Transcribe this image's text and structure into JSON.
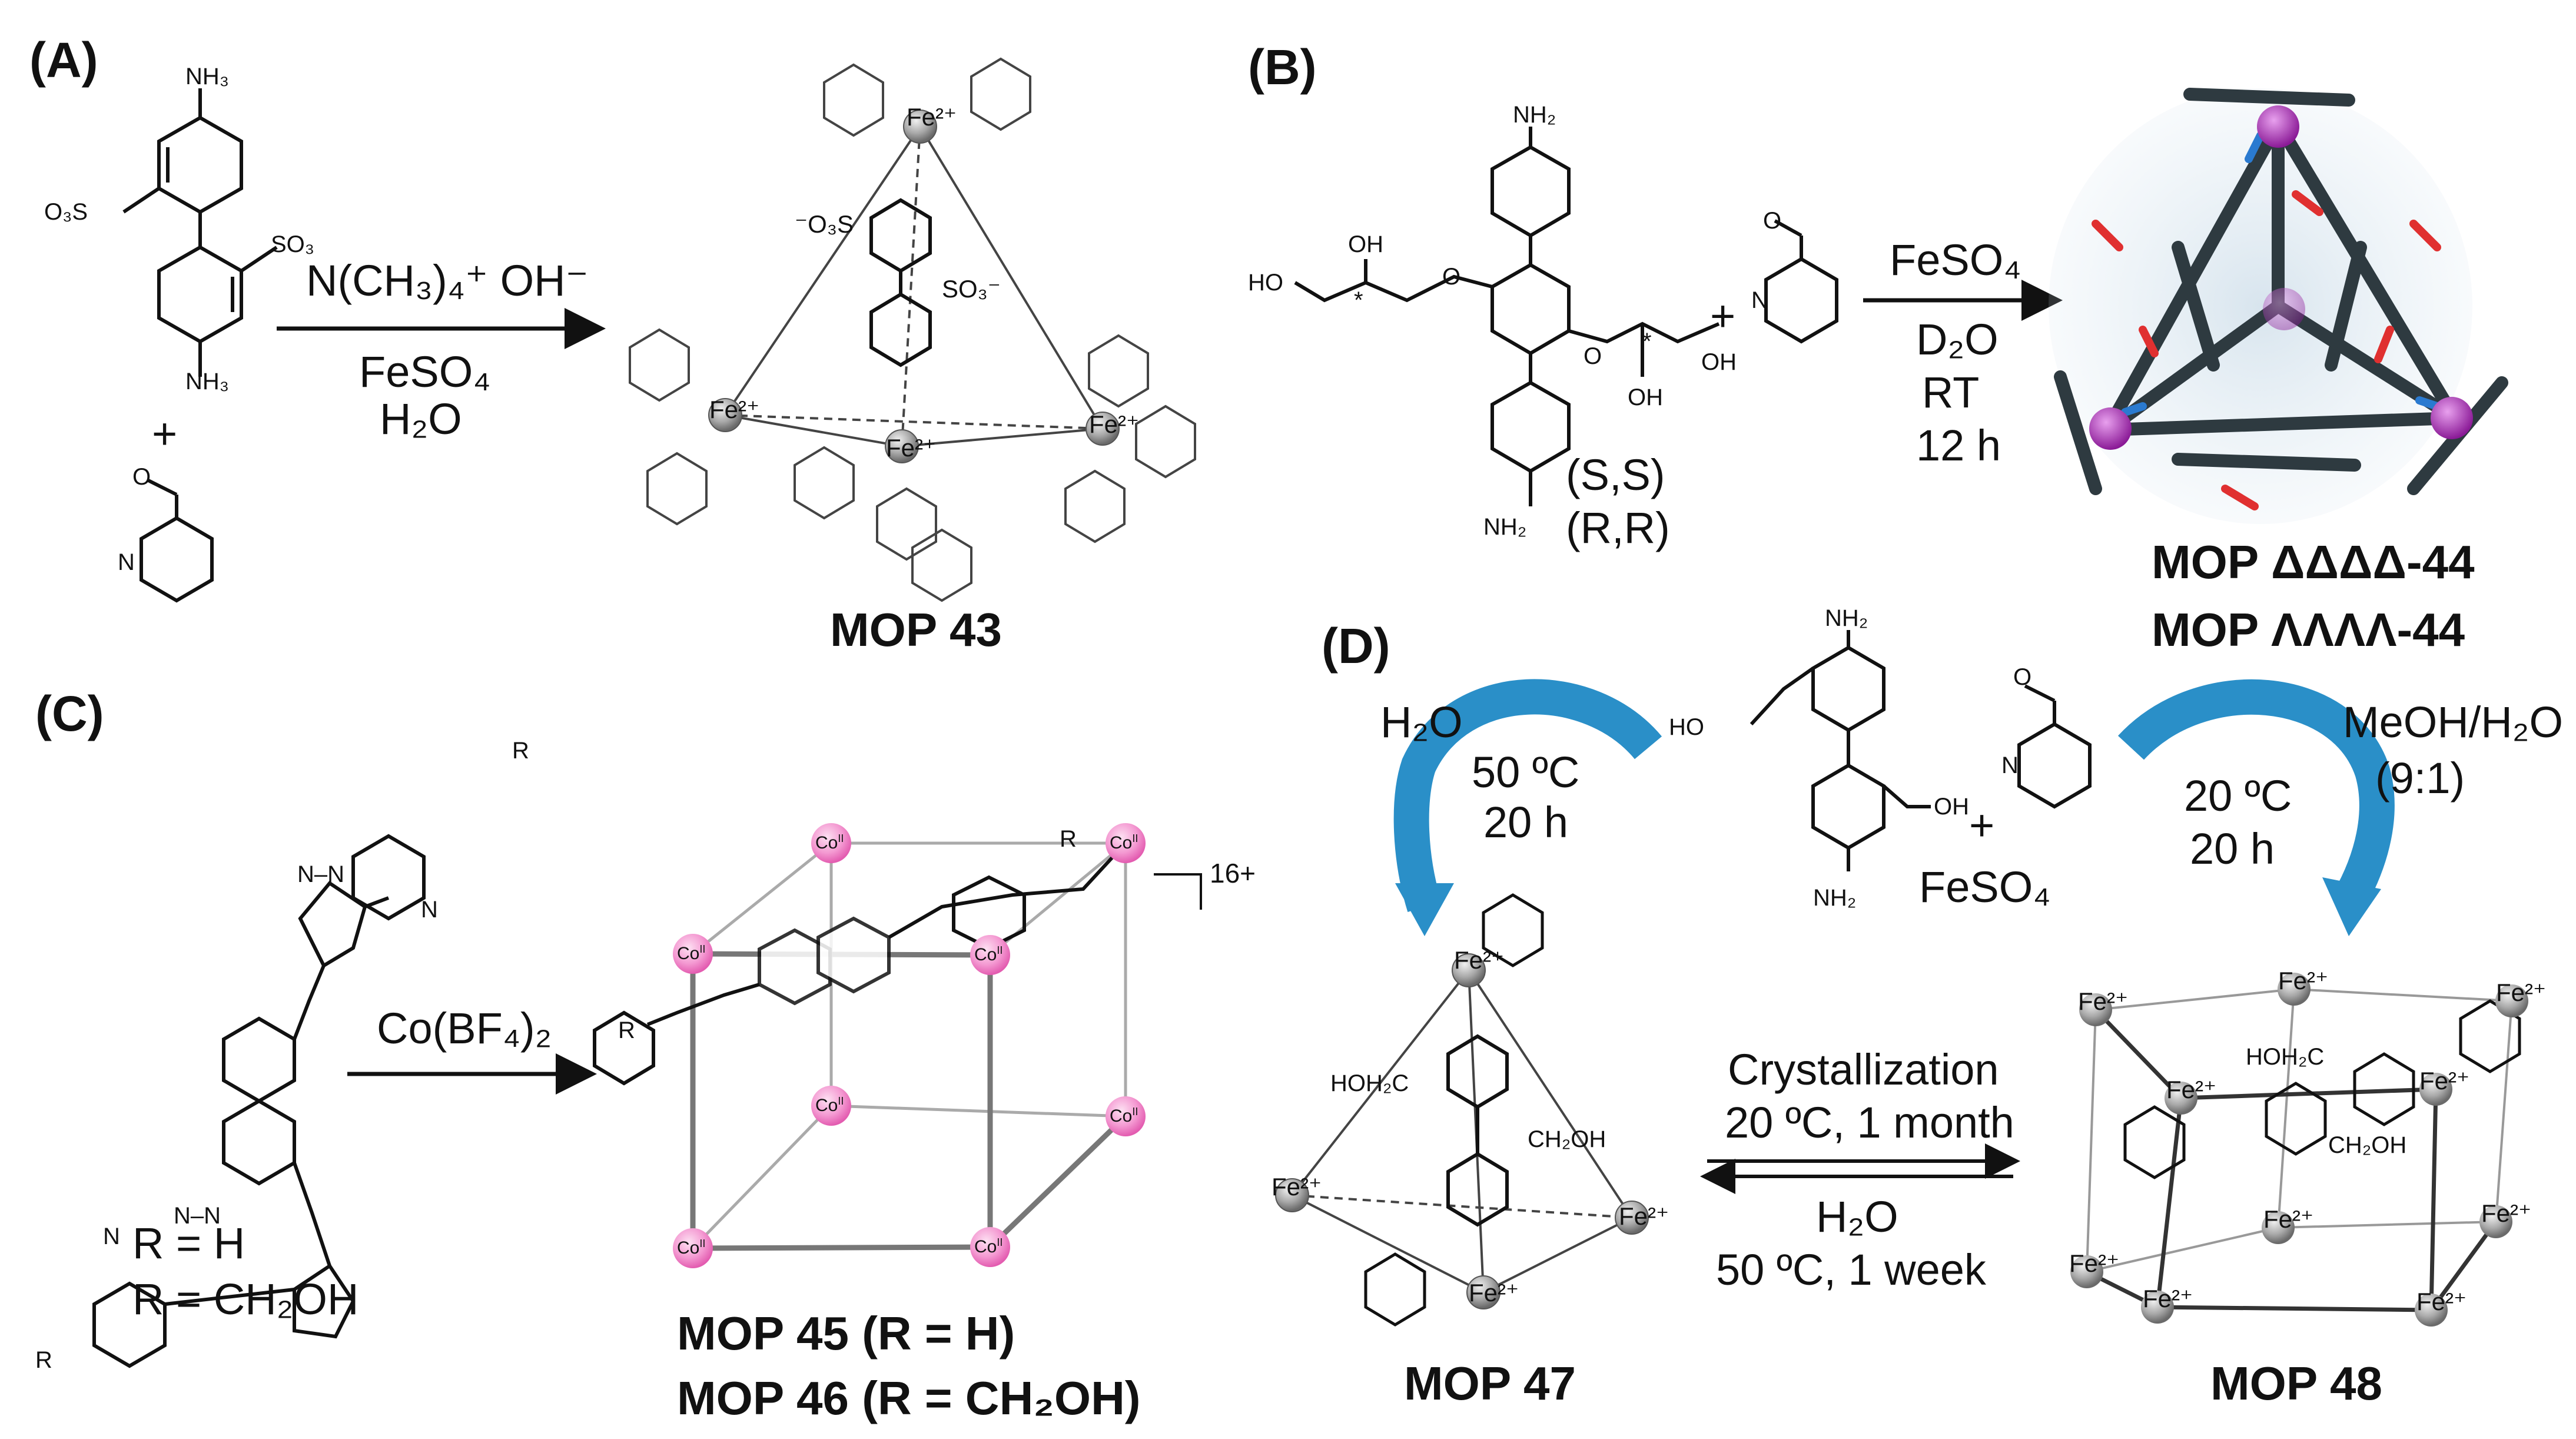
{
  "panels": {
    "a": "(A)",
    "b": "(B)",
    "c": "(C)",
    "d": "(D)"
  },
  "panel_a": {
    "cond1": "N(CH₃)₄⁺ OH⁻",
    "cond2": "FeSO₄",
    "cond3": "H₂O",
    "plus": "+",
    "nh3_top": "NH₃",
    "nh3_bottom": "NH₃",
    "so3_left": "O₃S",
    "so3_right": "SO₃",
    "aldehyde_o": "O",
    "aldehyde_n": "N",
    "cage_so3_a": "⁻O₃S",
    "cage_so3_b": "SO₃⁻",
    "fe": "Fe²⁺",
    "product": "MOP 43"
  },
  "panel_b": {
    "nh2_top": "NH₂",
    "nh2_bottom": "NH₂",
    "ho_left": "HO",
    "oh_left": "OH",
    "oh_right": "OH",
    "o_left": "O",
    "o_right": "O",
    "star": "*",
    "stereo1": "(S,S)",
    "stereo2": "(R,R)",
    "plus": "+",
    "aldehyde_o": "O",
    "aldehyde_n": "N",
    "cond1": "FeSO₄",
    "cond2": "D₂O",
    "cond3": "RT",
    "cond4": "12 h",
    "product1": "MOP ΔΔΔΔ-44",
    "product2": "MOP ΛΛΛΛ-44"
  },
  "panel_c": {
    "r_top": "R",
    "r_bottom": "R",
    "r_cage": "R",
    "n": "N",
    "nn": "N–N",
    "r_h": "R = H",
    "r_ch2oh": "R = CH₂OH",
    "reagent": "Co(BF₄)₂",
    "charge": "16+",
    "co": "Co",
    "co_ox": "II",
    "product1": "MOP 45 (R = H)",
    "product2": "MOP 46 (R = CH₂OH)"
  },
  "panel_d": {
    "left_solvent": "H₂O",
    "left_temp": "50 ºC",
    "left_time": "20 h",
    "right_solvent": "MeOH/H₂O",
    "right_ratio": "(9:1)",
    "right_temp": "20 ºC",
    "right_time": "20 h",
    "nh2_top": "NH₂",
    "nh2_bottom": "NH₂",
    "ho": "HO",
    "oh": "OH",
    "plus": "+",
    "feso4": "FeSO₄",
    "aldehyde_o": "O",
    "aldehyde_n": "N",
    "fwd1": "Crystallization",
    "fwd2": "20 ºC, 1 month",
    "rev1": "H₂O",
    "rev2": "50 ºC, 1 week",
    "fe": "Fe²⁺",
    "hoh2c": "HOH₂C",
    "ch2oh": "CH₂OH",
    "product_left": "MOP 47",
    "product_right": "MOP 48"
  },
  "colors": {
    "accent_arrow": "#2a8fc8",
    "cobalt": "#f07fc4",
    "iron": "#9a9a9a",
    "mop44_iron": "#a030a8",
    "mop44_frame": "#2e3a40"
  }
}
